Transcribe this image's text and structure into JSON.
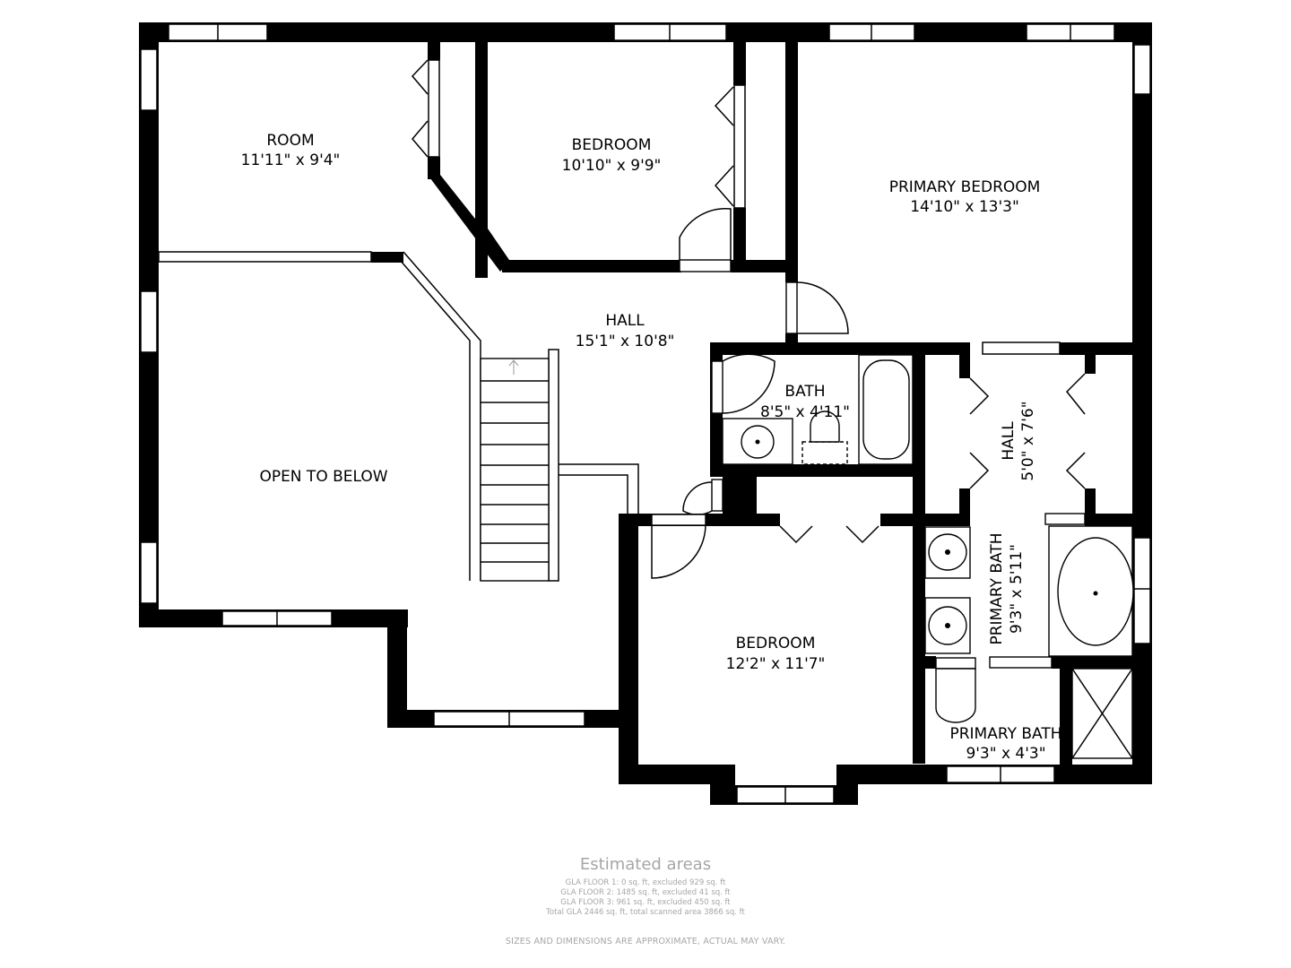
{
  "rooms": {
    "room": {
      "name": "ROOM",
      "dims": "11'11\" x 9'4\""
    },
    "bedroom_top": {
      "name": "BEDROOM",
      "dims": "10'10\" x 9'9\""
    },
    "primary_bedroom": {
      "name": "PRIMARY BEDROOM",
      "dims": "14'10\" x 13'3\""
    },
    "hall_main": {
      "name": "HALL",
      "dims": "15'1\" x 10'8\""
    },
    "bath": {
      "name": "BATH",
      "dims": "8'5\" x 4'11\""
    },
    "hall_small": {
      "name": "HALL",
      "dims": "5'0\" x 7'6\""
    },
    "open_to_below": {
      "name": "OPEN TO BELOW"
    },
    "primary_bath_vertical": {
      "name": "PRIMARY BATH",
      "dims": "9'3\" x 5'11\""
    },
    "bedroom_bottom": {
      "name": "BEDROOM",
      "dims": "12'2\" x 11'7\""
    },
    "primary_bath_bottom": {
      "name": "PRIMARY BATH",
      "dims": "9'3\" x 4'3\""
    }
  },
  "footer": {
    "title": "Estimated areas",
    "gla_floor_1": "GLA FLOOR 1: 0 sq. ft, excluded 929 sq. ft",
    "gla_floor_2": "GLA FLOOR 2: 1485 sq. ft, excluded 41 sq. ft",
    "gla_floor_3": "GLA FLOOR 3: 961 sq. ft, excluded 450 sq. ft",
    "total": "Total GLA 2446 sq. ft, total scanned area 3866 sq. ft",
    "disclaimer": "SIZES AND DIMENSIONS ARE APPROXIMATE, ACTUAL MAY VARY."
  }
}
